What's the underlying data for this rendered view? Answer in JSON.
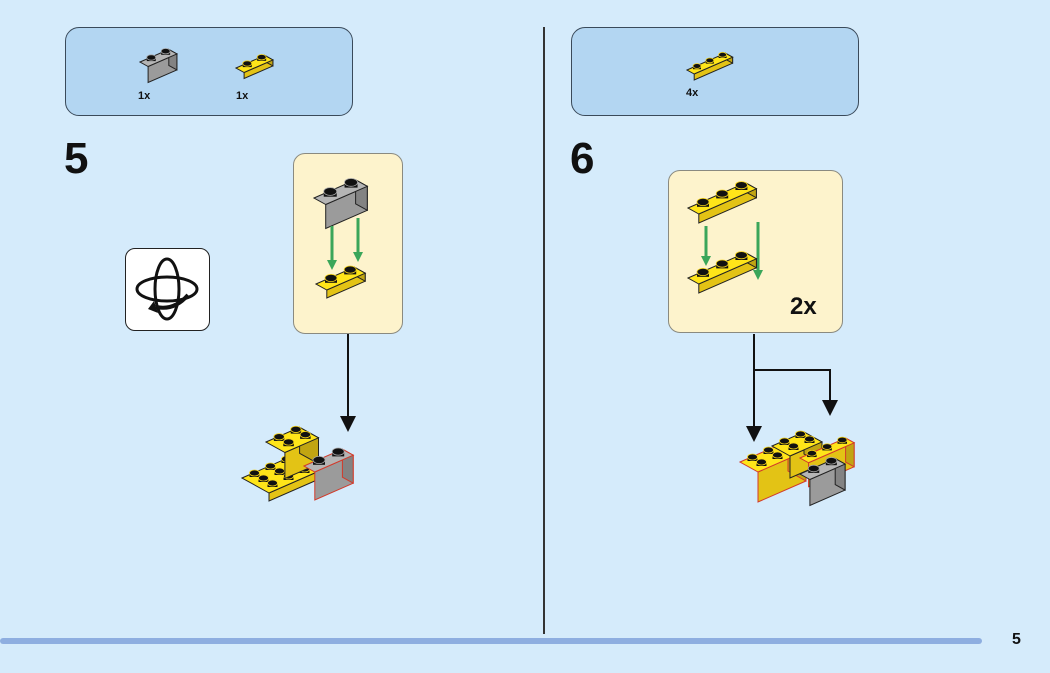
{
  "page_number": "5",
  "colors": {
    "background": "#d5ebfb",
    "parts_box": "#b3d6f2",
    "callout": "#fdf3cc",
    "yellow": "#f7d417",
    "gray": "#a8a8a8",
    "arrow_green": "#3aa65a",
    "highlight": "#d23a2a",
    "bar": "#8eaee0"
  },
  "steps": [
    {
      "number": "5",
      "parts": [
        {
          "name": "gray-brick-1x2",
          "qty": "1x"
        },
        {
          "name": "yellow-plate-1x2-clips",
          "qty": "1x"
        }
      ],
      "icon": "rotate-model-icon"
    },
    {
      "number": "6",
      "parts": [
        {
          "name": "yellow-plate-1x3",
          "qty": "4x"
        }
      ],
      "callout_multiplier": "2x"
    }
  ]
}
